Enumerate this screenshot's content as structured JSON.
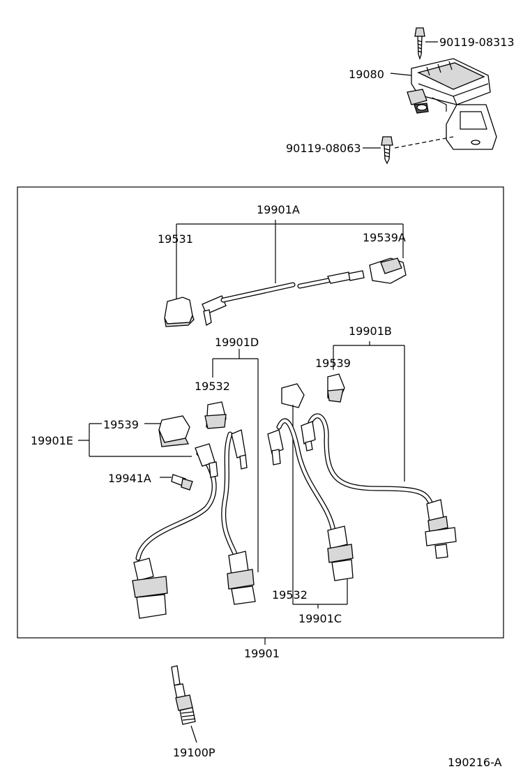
{
  "labels": {
    "bolt_top": "90119-08313",
    "igniter": "19080",
    "bolt_bottom": "90119-08063",
    "ignition_coil_a": "19901A",
    "coil_cap": "19531",
    "coil_connector_a": "19539A",
    "ignition_coil_b": "19901B",
    "connector_b": "19539",
    "ignition_coil_d": "19901D",
    "connector_d": "19532",
    "ignition_coil_e": "19901E",
    "connector_e": "19539",
    "plug_19941a": "19941A",
    "connector_c": "19532",
    "ignition_coil_c": "19901C",
    "coil_set": "19901",
    "spark_plug": "19100P",
    "figure_number": "190216-A"
  }
}
